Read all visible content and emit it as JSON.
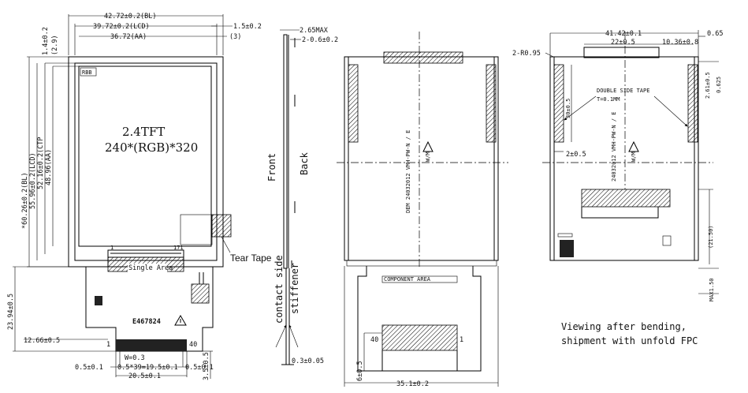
{
  "front_view": {
    "dim_bl_width": "42.72±0.2(BL)",
    "dim_lcd_width": "39.72±0.2(LCD)",
    "dim_aa_width": "36.72(AA)",
    "dim_right_1": "1.5±0.2",
    "dim_right_2": "(3)",
    "dim_top_1": "1.4±0.2",
    "dim_top_2": "(2.9)",
    "dim_bl_height": "*60.26±0.2(BL)",
    "dim_lcd_height": "55.96±0.2(LCD)",
    "dim_ctp_height": "52.16±0.2(CTP",
    "dim_aa_height": "48.96(AA)",
    "panel_title": "2.4TFT",
    "panel_resolution": "240*(RGB)*320",
    "tear_tape": "Tear Tape",
    "single_area": "Single Area",
    "ul_mark": "E467824",
    "dim_fpc_height": "23.94±0.5",
    "dim_fpc_offset": "12.66±0.5",
    "pin_first": "1",
    "pin_last": "40",
    "dim_w": "W=0.3",
    "dim_pad": "0.5±0.1",
    "dim_pitch": "0.5*39=19.5±0.1",
    "dim_total_pin": "20.5±0.1",
    "dim_tail": "3.5±0.5"
  },
  "side_view": {
    "dim_max": "2.65MAX",
    "dim_thk": "2-0.6±0.2",
    "front_label": "Front",
    "back_label": "Back",
    "contact_side": "contact side",
    "stiffener": "stiffener",
    "dim_stiff": "0.3±0.05"
  },
  "back_view": {
    "part_text": "DEM 24032012 VMH-PW-N / E",
    "sub_text": "W/M",
    "component_area": "COMPONENT AREA",
    "pin_first": "40",
    "pin_last": "1",
    "dim_tail": "6±0.5",
    "dim_width": "35.1±0.2"
  },
  "bent_view": {
    "dim_width": "41.42±0.1",
    "dim_right": "0.65",
    "dim_corner": "2-R0.95",
    "dim_22": "22±0.5",
    "dim_1036": "10.36±0.8",
    "dst_label": "DOUBLE SIDE TAPE",
    "dst_t": "T=0.1MM",
    "dim_tape_len": "30±0.5",
    "dim_tape_w": "2±0.5",
    "dim_261": "2.61±0.5",
    "dim_0625": "0.625",
    "part_text": "24032012 VMH-PW-N / E",
    "sub_text": "W/M",
    "dim_2150": "(21.50)",
    "dim_max": "MAX1.50",
    "note_line1": "Viewing after bending,",
    "note_line2": "shipment with unfold FPC"
  }
}
